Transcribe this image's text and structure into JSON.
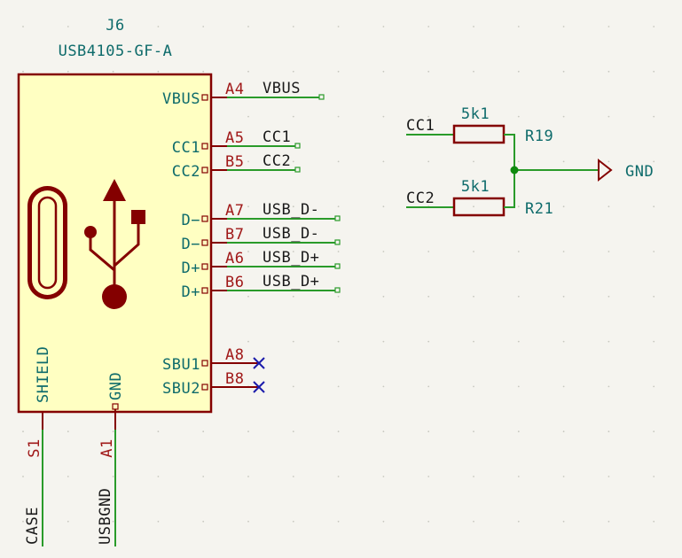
{
  "colors": {
    "background": "#f5f4ef",
    "grid_dot": "#c8c8c0",
    "symbol_outline": "#840000",
    "symbol_fill": "#ffffc2",
    "pin": "#840000",
    "wire": "#2a9b2a",
    "junction": "#0f8a0f",
    "text_teal": "#0e6b6b",
    "pin_number": "#a01818",
    "no_connect": "#1c1cab",
    "net_label": "#1a1a1a"
  },
  "connector": {
    "reference": "J6",
    "value": "USB4105-GF-A",
    "usb_logo_icon": "usb-icon",
    "receptacle_icon": "usb-c-receptacle-icon",
    "right_pins": [
      {
        "id": "vbus",
        "name": "VBUS",
        "number": "A4",
        "net": "VBUS",
        "connection": "wire"
      },
      {
        "id": "cc1",
        "name": "CC1",
        "number": "A5",
        "net": "CC1",
        "connection": "wire"
      },
      {
        "id": "cc2",
        "name": "CC2",
        "number": "B5",
        "net": "CC2",
        "connection": "wire"
      },
      {
        "id": "dm-a7",
        "name": "D−",
        "number": "A7",
        "net": "USB_D-",
        "connection": "wire"
      },
      {
        "id": "dm-b7",
        "name": "D−",
        "number": "B7",
        "net": "USB_D-",
        "connection": "wire"
      },
      {
        "id": "dp-a6",
        "name": "D+",
        "number": "A6",
        "net": "USB_D+",
        "connection": "wire"
      },
      {
        "id": "dp-b6",
        "name": "D+",
        "number": "B6",
        "net": "USB_D+",
        "connection": "wire"
      },
      {
        "id": "sbu1",
        "name": "SBU1",
        "number": "A8",
        "net": "",
        "connection": "no-connect"
      },
      {
        "id": "sbu2",
        "name": "SBU2",
        "number": "B8",
        "net": "",
        "connection": "no-connect"
      }
    ],
    "bottom_pins": [
      {
        "id": "shield",
        "name": "SHIELD",
        "number": "S1",
        "net": "CASE"
      },
      {
        "id": "gnd",
        "name": "GND",
        "number": "A1",
        "net": "USBGND"
      }
    ]
  },
  "pulldowns": {
    "r19": {
      "net": "CC1",
      "value": "5k1",
      "reference": "R19"
    },
    "r21": {
      "net": "CC2",
      "value": "5k1",
      "reference": "R21"
    },
    "ground": {
      "label": "GND",
      "icon": "ground-icon"
    }
  }
}
